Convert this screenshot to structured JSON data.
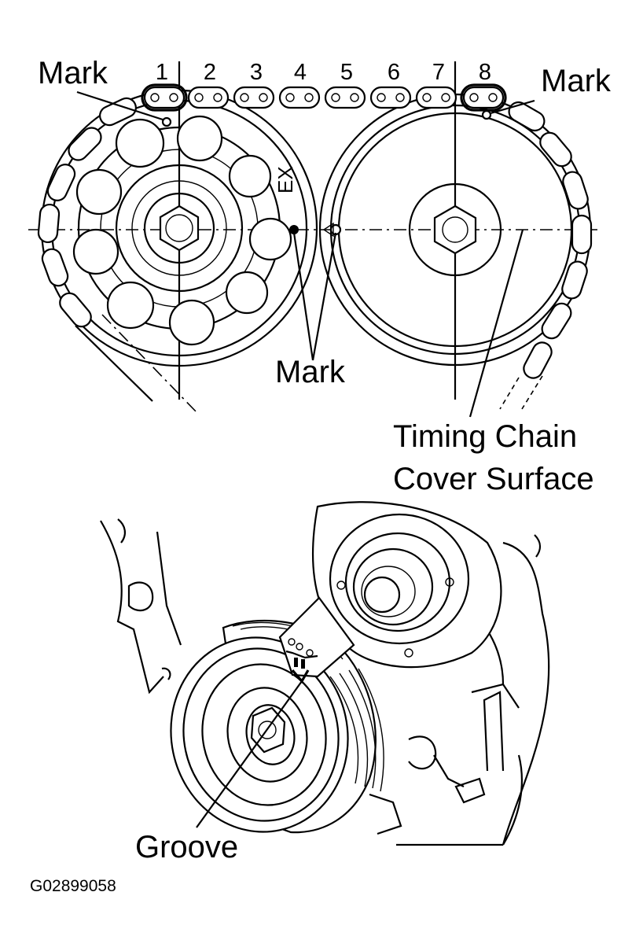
{
  "labels": {
    "mark_top_left": "Mark",
    "mark_top_right": "Mark",
    "mark_center": "Mark",
    "timing_chain_cover_line1": "Timing Chain",
    "timing_chain_cover_line2": "Cover Surface",
    "groove": "Groove",
    "exhaust_marking": "EX",
    "figure_code": "G02899058"
  },
  "link_numbers": [
    "1",
    "2",
    "3",
    "4",
    "5",
    "6",
    "7",
    "8"
  ]
}
